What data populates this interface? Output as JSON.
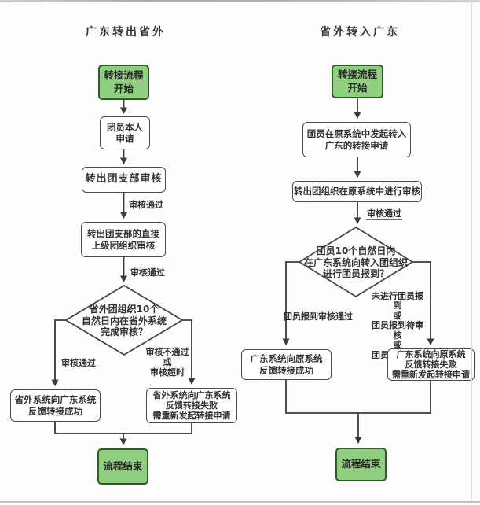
{
  "colors": {
    "start_end_fill": "#90ce80",
    "start_end_border": "#2f5a28",
    "box_border": "#4a4a4a",
    "connector_line": "#3a3a3a",
    "text": "#333333"
  },
  "left_flow": {
    "title": "广东转出省外",
    "nodes": {
      "start": "转接流程\n开始",
      "member_apply": "团员本人\n申请",
      "branch_review": "转出团支部审核",
      "upper_review": "转出团支部的直接\n上级团组织审核",
      "decision": "省外团组织10个\n自然日内在省外系统\n完成审核？",
      "success": "省外系统向广东系统\n反馈转接成功",
      "fail": "省外系统向广东系统\n反馈转接失败\n需重新发起转接申请",
      "end": "流程结束"
    },
    "edges": {
      "review_pass_1": "审核通过",
      "review_pass_2": "审核通过",
      "yes": "审核通过",
      "no": "审核不通过\n或\n审核超时"
    }
  },
  "right_flow": {
    "title": "省外转入广东",
    "nodes": {
      "start": "转接流程\n开始",
      "member_initiate": "团员在原系统中发起转入\n广东的转接申请",
      "origin_review": "转出团组织在原系统中进行审核",
      "decision": "团员10个自然日内\n在广东系统向转入团组织\n进行团员报到？",
      "success": "广东系统向原系统\n反馈转接成功",
      "fail": "广东系统向原系统\n反馈转接失败\n需重新发起转接申请",
      "end": "流程结束"
    },
    "edges": {
      "review_pass": "审核通过",
      "yes": "团员报到审核通过",
      "no": "未进行团员报到\n或\n团员报到待审核\n或\n团员报到不通过"
    }
  }
}
